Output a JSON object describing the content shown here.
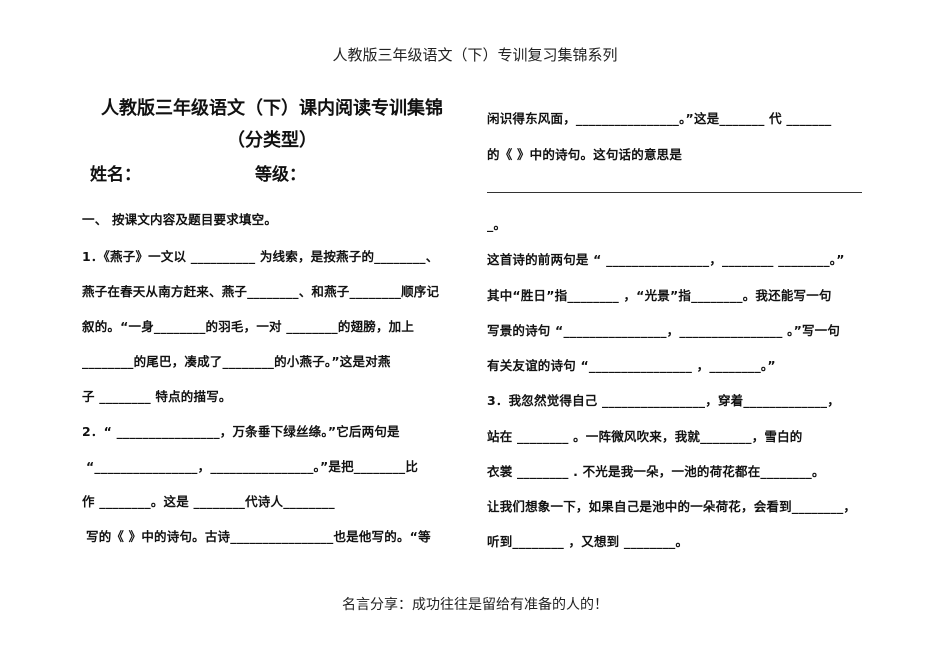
{
  "page_header": "人教版三年级语文（下）专训复习集锦系列",
  "title": "人教版三年级语文（下）课内阅读专训集锦",
  "subtitle": "（分类型）",
  "name_label": "姓名：",
  "grade_label": "等级：",
  "section_heading": "一、 按课文内容及题目要求填空。",
  "left_lines": [
    "1．《燕子》一文以 __________ 为线索，是按燕子的________、",
    "燕子在春天从南方赶来、燕子________、和燕子________顺序记",
    "叙的。“一身________的羽毛，一对 ________的翅膀，加上",
    "________的尾巴，凑成了________的小燕子。”这是对燕",
    "子 ________  特点的描写。",
    "2．“ ________________，万条垂下绿丝绦。”它后两句是",
    "“________________，________________。”是把________比",
    "作 ________。这是 ________代诗人________",
    "写的《       》中的诗句。古诗________________也是他写的。“等"
  ],
  "right_lines": [
    "闲识得东风面，________________。”这是_______ 代 _______",
    "的《               》中的诗句。这句话的意思是",
    "_。",
    "这首诗的前两句是 “ ________________，________ ________。”",
    "其中“胜日”指________  ，“光景”指________。我还能写一句",
    "写景的诗句 “________________，________________ 。”写一句",
    "有关友谊的诗句 “________________ ，________。”",
    "3．我忽然觉得自己 ________________，穿着_____________，",
    "站在 ________            。一阵微风吹来，我就________，雪白的",
    "衣裳 ________           . 不光是我一朵，一池的荷花都在________。",
    "让我们想象一下，如果自己是池中的一朵荷花，会看到________，",
    "听到________ ，又想到 ________。"
  ],
  "footer": "名言分享：成功往往是留给有准备的人的！"
}
